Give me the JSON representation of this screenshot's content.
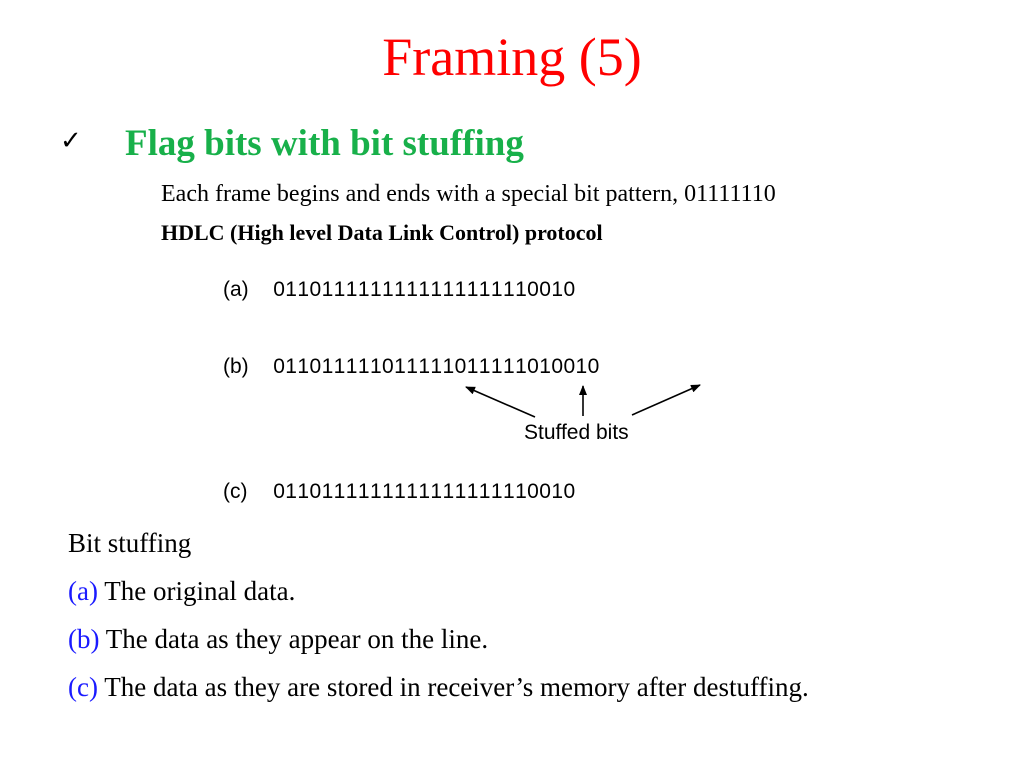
{
  "slide": {
    "title": "Framing (5)",
    "bullet_check": "✓",
    "bullet_heading": "Flag bits with bit stuffing",
    "description": "Each frame begins and ends with a special bit pattern, 01111110",
    "protocol_note": "HDLC (High level Data Link Control) protocol"
  },
  "diagram": {
    "rows": [
      {
        "label": "(a)",
        "bits": "0110111111111111111110010"
      },
      {
        "label": "(b)",
        "bits": "011011111011111011111010010"
      },
      {
        "label": "(c)",
        "bits": "0110111111111111111110010"
      }
    ],
    "stuffed_label": "Stuffed bits"
  },
  "caption": {
    "title": "Bit stuffing",
    "items": [
      {
        "tag": "(a)",
        "text": " The original data."
      },
      {
        "tag": "(b)",
        "text": " The data as they appear on the line."
      },
      {
        "tag": "(c)",
        "text": " The data as they are stored in receiver’s memory after destuffing."
      }
    ]
  },
  "colors": {
    "title": "#ff0000",
    "heading": "#18b04a",
    "caption_tag": "#1a1aff"
  }
}
